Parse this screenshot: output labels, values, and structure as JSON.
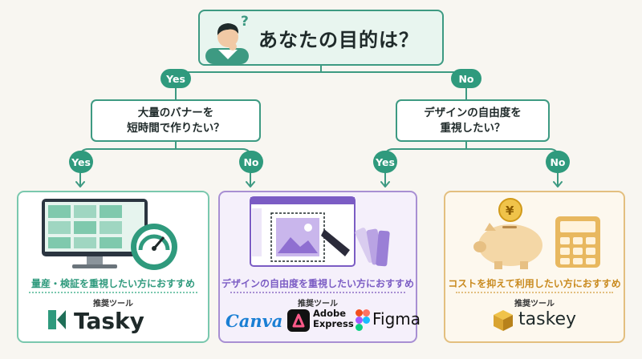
{
  "root": {
    "title": "あなたの目的は？"
  },
  "branches": {
    "root_yes": "Yes",
    "root_no": "No",
    "left_yes": "Yes",
    "left_no": "No",
    "right_yes": "Yes",
    "right_no": "No"
  },
  "questions": {
    "left_line1": "大量のバナーを",
    "left_line2": "短時間で作りたい？",
    "right_line1": "デザインの自由度を",
    "right_line2": "重視したい？"
  },
  "cards": [
    {
      "heading": "量産・検証を重視したい方におすすめ",
      "tool_label": "推奨ツール",
      "tools": [
        "Tasky"
      ],
      "accent": "#2f9a7d"
    },
    {
      "heading": "デザインの自由度を重視したい方におすすめ",
      "tool_label": "推奨ツール",
      "tools": [
        "Canva",
        "Adobe",
        "Express",
        "Figma"
      ],
      "accent": "#7b5cc4"
    },
    {
      "heading": "コストを抑えて利用したい方におすすめ",
      "tool_label": "推奨ツール",
      "tools": [
        "taskey"
      ],
      "accent": "#c98a1e"
    }
  ],
  "colors": {
    "green": "#2f9a7d",
    "purple": "#7b5cc4",
    "gold": "#c98a1e",
    "background": "#f8f6f1"
  },
  "icons": {
    "root": "thinking-person-icon",
    "card_a": "monitor-speedometer-icon",
    "card_b": "design-canvas-pen-icon",
    "card_c": "piggy-bank-calculator-icon"
  }
}
